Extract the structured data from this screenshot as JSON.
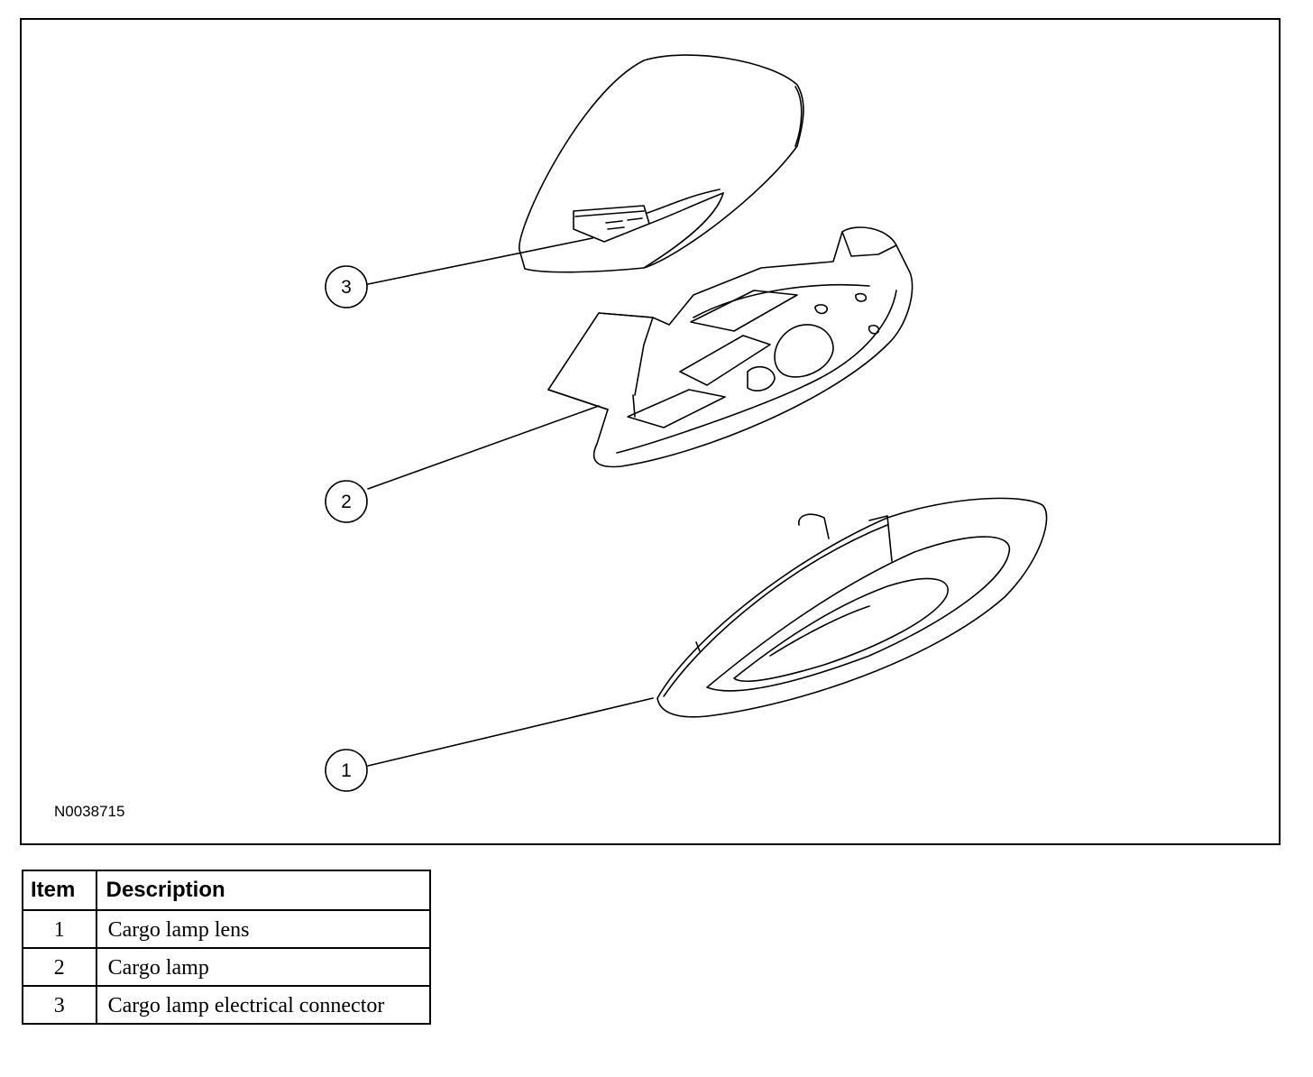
{
  "figure": {
    "id": "N0038715",
    "callouts": [
      "3",
      "2",
      "1"
    ]
  },
  "legend": {
    "headers": {
      "item": "Item",
      "description": "Description"
    },
    "rows": [
      {
        "item": "1",
        "description": "Cargo lamp lens"
      },
      {
        "item": "2",
        "description": "Cargo lamp"
      },
      {
        "item": "3",
        "description": "Cargo lamp electrical connector"
      }
    ]
  }
}
